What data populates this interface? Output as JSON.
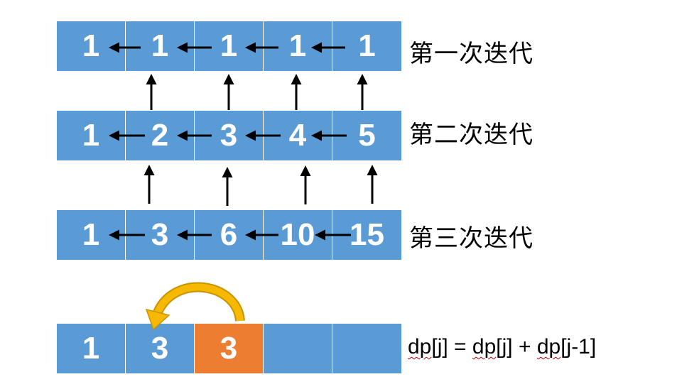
{
  "rows": [
    {
      "label": "第一次迭代",
      "cells": [
        "1",
        "1",
        "1",
        "1",
        "1"
      ]
    },
    {
      "label": "第二次迭代",
      "cells": [
        "1",
        "2",
        "3",
        "4",
        "5"
      ]
    },
    {
      "label": "第三次迭代",
      "cells": [
        "1",
        "3",
        "6",
        "10",
        "15"
      ]
    }
  ],
  "example": {
    "cells": [
      "1",
      "3",
      "3",
      "",
      ""
    ],
    "highlight_index": 2,
    "highlight_color": "#ed7d31",
    "formula_parts": [
      "dp",
      "[j] = ",
      "dp",
      "[j] + ",
      "dp",
      "[j-1]"
    ]
  },
  "colors": {
    "cell": "#5b9bd5",
    "curved_arrow": "#f0b400"
  }
}
